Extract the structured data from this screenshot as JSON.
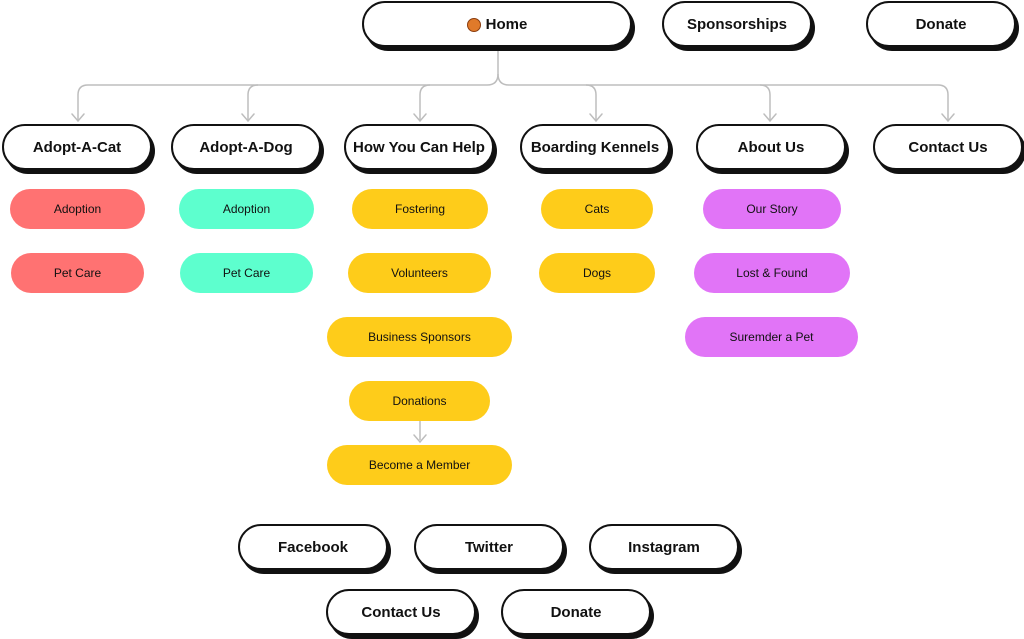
{
  "top_nav": {
    "home": "Home",
    "sponsorships": "Sponsorships",
    "donate": "Donate"
  },
  "sections": {
    "adopt_cat": {
      "label": "Adopt-A-Cat",
      "items": [
        "Adoption",
        "Pet Care"
      ]
    },
    "adopt_dog": {
      "label": "Adopt-A-Dog",
      "items": [
        "Adoption",
        "Pet Care"
      ]
    },
    "help": {
      "label": "How You Can Help",
      "items": [
        "Fostering",
        "Volunteers",
        "Business Sponsors",
        "Donations",
        "Become a Member"
      ]
    },
    "boarding": {
      "label": "Boarding Kennels",
      "items": [
        "Cats",
        "Dogs"
      ]
    },
    "about": {
      "label": "About Us",
      "items": [
        "Our Story",
        "Lost & Found",
        "Suremder a Pet"
      ]
    },
    "contact": {
      "label": "Contact Us"
    }
  },
  "footer": {
    "facebook": "Facebook",
    "twitter": "Twitter",
    "instagram": "Instagram",
    "contact": "Contact Us",
    "donate": "Donate"
  },
  "colors": {
    "cat": "#ff7272",
    "dog": "#5dffce",
    "help": "#fecc1a",
    "about": "#e174f7",
    "connector": "#bdbdbd"
  },
  "icons": {
    "home": "basketball-icon"
  }
}
